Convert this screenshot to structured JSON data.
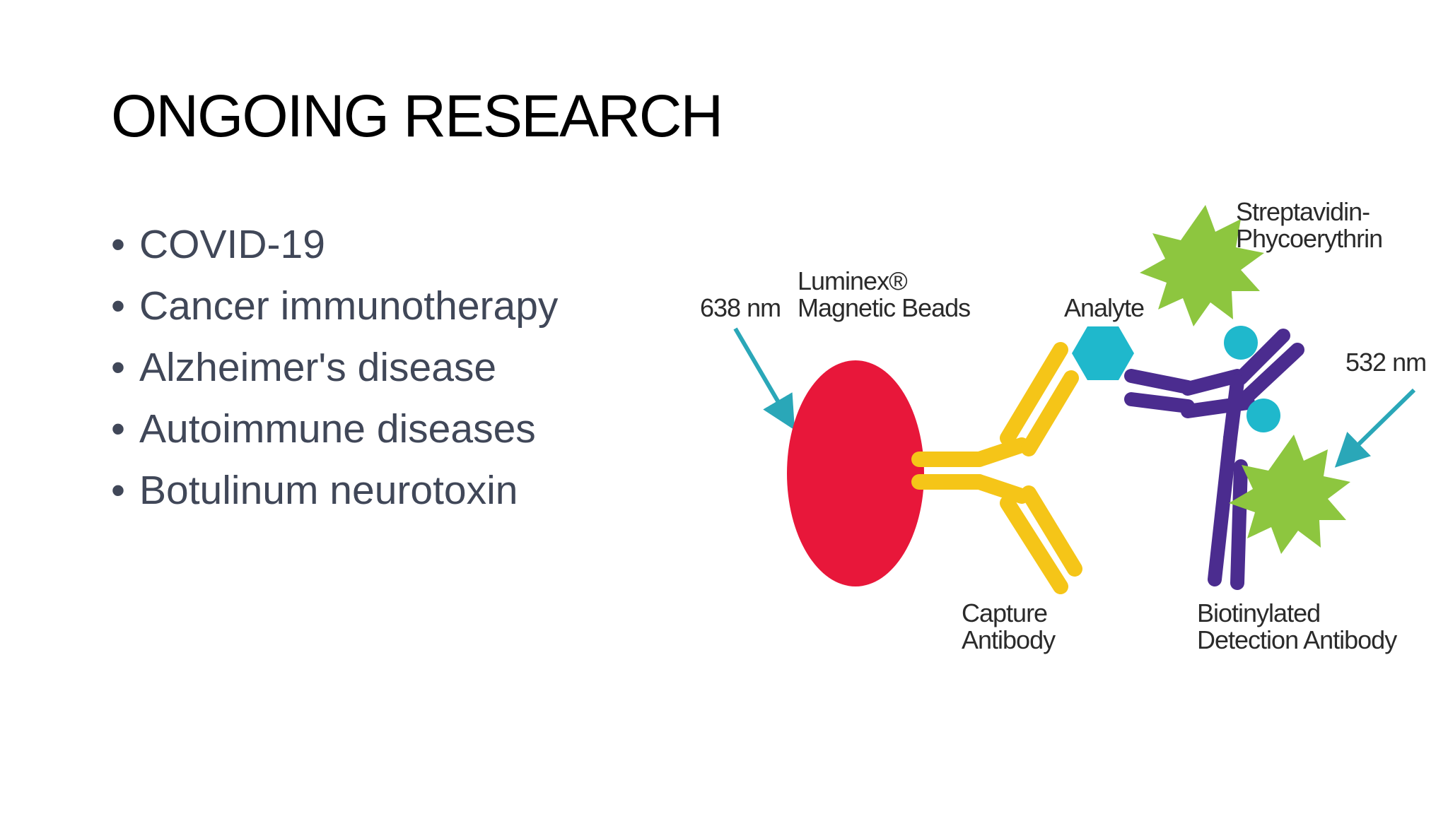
{
  "slide": {
    "title": "ONGOING RESEARCH",
    "bullets": [
      "COVID-19",
      "Cancer immunotherapy",
      "Alzheimer's disease",
      "Autoimmune diseases",
      "Botulinum neurotoxin"
    ]
  },
  "diagram": {
    "labels": {
      "wavelength_left": "638 nm",
      "bead_line1": "Luminex®",
      "bead_line2": "Magnetic Beads",
      "analyte": "Analyte",
      "sape_line1": "Streptavidin-",
      "sape_line2": "Phycoerythrin",
      "wavelength_right": "532 nm",
      "capture_line1": "Capture",
      "capture_line2": "Antibody",
      "detection_line1": "Biotinylated",
      "detection_line2": "Detection Antibody"
    },
    "colors": {
      "bead": "#e8173a",
      "capture_antibody": "#f5c518",
      "analyte": "#1fb8cc",
      "detection_antibody": "#4b2c8f",
      "streptavidin_pe": "#8dc63f",
      "arrow": "#2aa7b8"
    }
  }
}
